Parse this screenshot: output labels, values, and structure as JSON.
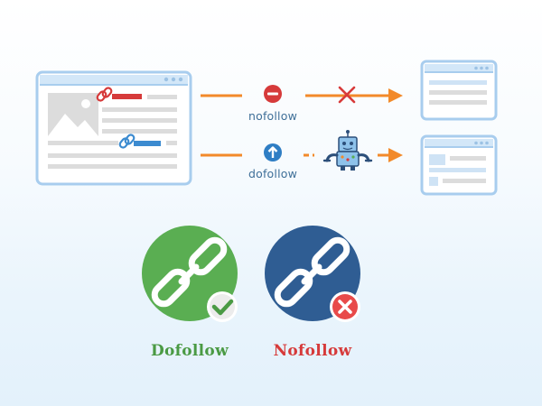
{
  "flows": {
    "nofollow": {
      "label": "nofollow"
    },
    "dofollow": {
      "label": "dofollow"
    }
  },
  "badges": {
    "dofollow": {
      "label": "Dofollow",
      "color": "#4a9a44",
      "circle": "#5aae52"
    },
    "nofollow": {
      "label": "Nofollow",
      "color": "#d63a3a",
      "circle": "#2f5d93"
    }
  },
  "colors": {
    "window_border": "#a8cdee",
    "window_titlebar": "#d3e7f8",
    "arrow": "#f28a2a",
    "blocked_x": "#d83a3a",
    "link_red": "#d63a3a",
    "link_blue": "#3c8bd0"
  },
  "icons": {
    "source_page": "webpage-icon",
    "blocked": "cross-icon",
    "crawler": "robot-icon",
    "dofollow_badge": "check-icon",
    "nofollow_badge": "x-icon"
  }
}
